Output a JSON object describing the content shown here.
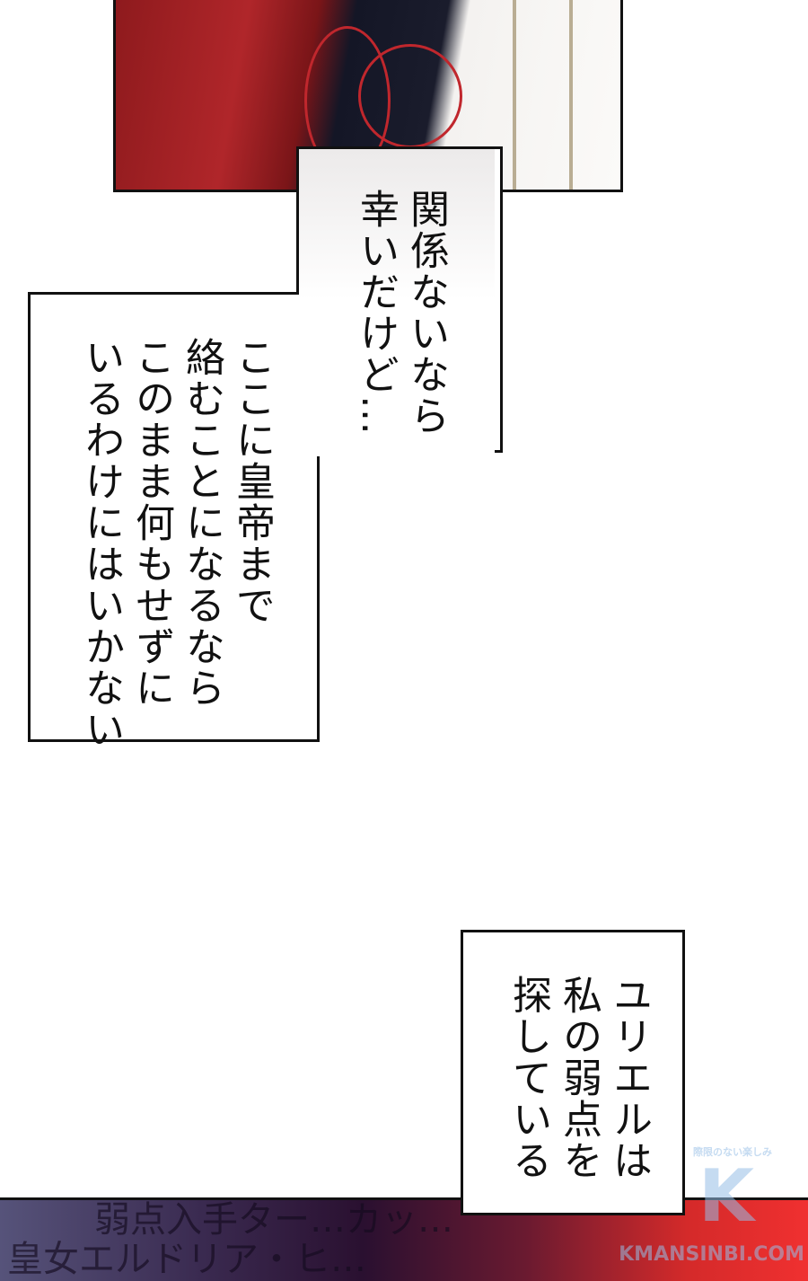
{
  "captions": [
    {
      "lines": [
        "関係ないなら",
        "幸いだけど…"
      ]
    },
    {
      "lines": [
        "ここに皇帝まで",
        "絡むことになるなら",
        "このまま何もせずに",
        "いるわけにはいかない"
      ]
    },
    {
      "lines": [
        "ユリエルは",
        "私の弱点を",
        "探している"
      ]
    }
  ],
  "bottom_panel": {
    "lines": [
      "弱点入手ター…カッ…",
      "皇女エルドリア・ヒ…"
    ]
  },
  "watermark": {
    "tagline": "際限のない楽しみ",
    "text": "KMANSINBI.COM"
  },
  "colors": {
    "hair": "#b0262a",
    "border": "#111111",
    "bottom_right": "#f03030"
  }
}
